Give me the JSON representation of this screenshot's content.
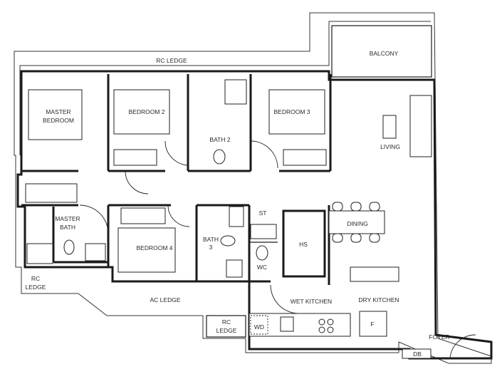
{
  "rooms": {
    "rc_ledge_top": "RC LEDGE",
    "balcony": "BALCONY",
    "master_bedroom_1": "MASTER",
    "master_bedroom_2": "BEDROOM",
    "bedroom_2": "BEDROOM 2",
    "bath_2": "BATH 2",
    "bedroom_3": "BEDROOM 3",
    "living": "LIVING",
    "master_bath_1": "MASTER",
    "master_bath_2": "BATH",
    "bedroom_4": "BEDROOM 4",
    "bath_3_1": "BATH",
    "bath_3_2": "3",
    "st": "ST",
    "hs": "HS",
    "wc": "WC",
    "dining": "DINING",
    "rc_ledge_left_1": "RC",
    "rc_ledge_left_2": "LEDGE",
    "ac_ledge": "AC LEDGE",
    "wet_kitchen": "WET KITCHEN",
    "dry_kitchen": "DRY KITCHEN",
    "rc_ledge_bottom_1": "RC",
    "rc_ledge_bottom_2": "LEDGE",
    "wd": "WD",
    "f": "F",
    "foyer": "FOYER",
    "db": "DB"
  }
}
